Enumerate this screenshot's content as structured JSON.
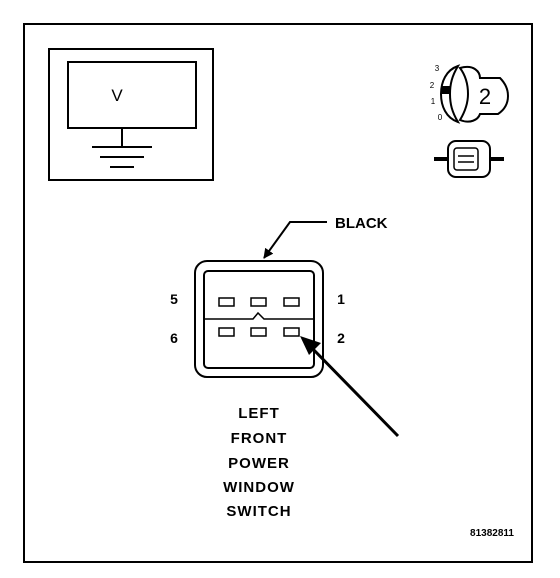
{
  "meter": {
    "label": "V"
  },
  "key_position": {
    "positions": [
      "3",
      "2",
      "1",
      "0"
    ],
    "selected": "2"
  },
  "connector": {
    "color_label": "BLACK",
    "pins_left": [
      "5",
      "6"
    ],
    "pins_right": [
      "1",
      "2"
    ]
  },
  "caption": {
    "line1": "LEFT",
    "line2": "FRONT",
    "line3": "POWER",
    "line4": "WINDOW",
    "line5": "SWITCH"
  },
  "figure_id": "81382811"
}
